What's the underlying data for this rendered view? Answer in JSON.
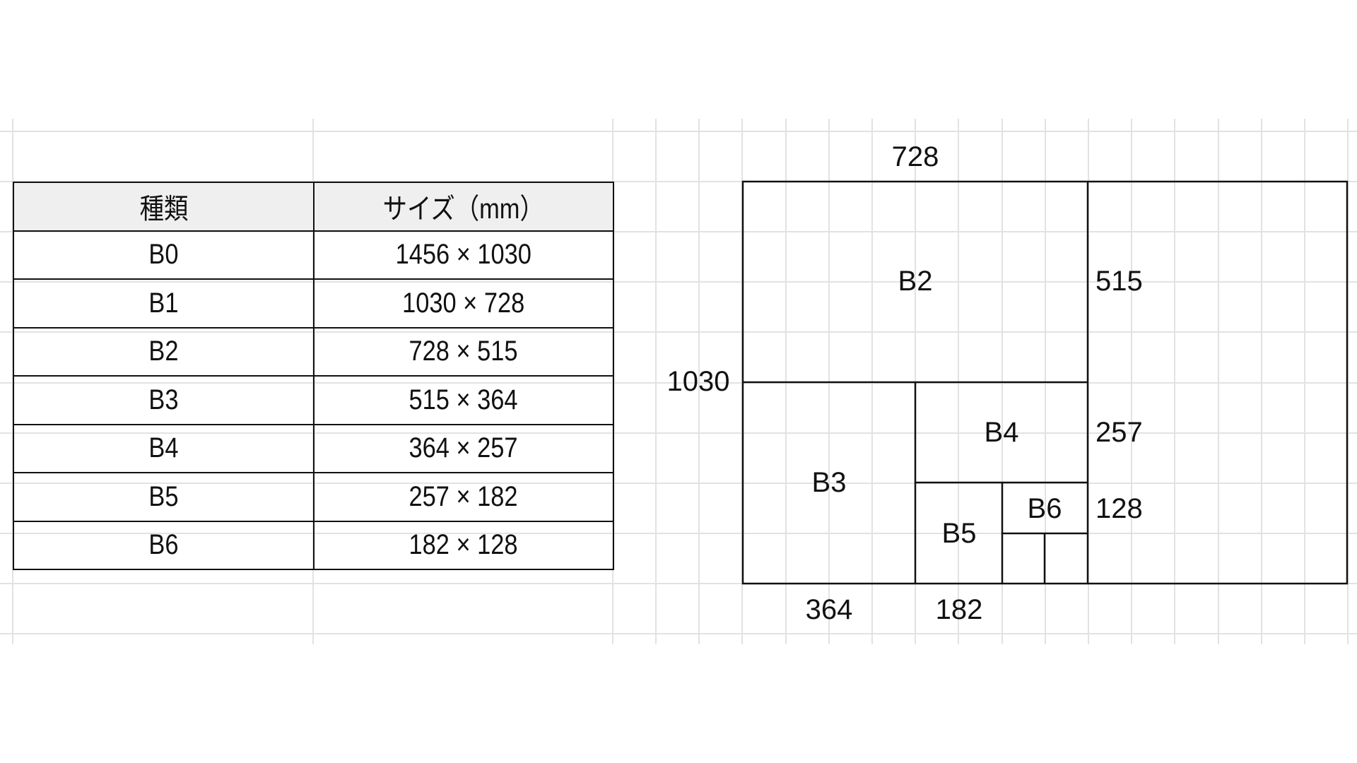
{
  "table": {
    "headers": [
      "種類",
      "サイズ（mm）"
    ],
    "rows": [
      {
        "type": "B0",
        "size": "1456 × 1030"
      },
      {
        "type": "B1",
        "size": "1030 × 728"
      },
      {
        "type": "B2",
        "size": "728 × 515"
      },
      {
        "type": "B3",
        "size": "515 × 364"
      },
      {
        "type": "B4",
        "size": "364 × 257"
      },
      {
        "type": "B5",
        "size": "257 × 182"
      },
      {
        "type": "B6",
        "size": "182 × 128"
      }
    ]
  },
  "diagram": {
    "labels": {
      "b2": "B2",
      "b3": "B3",
      "b4": "B4",
      "b5": "B5",
      "b6": "B6"
    },
    "dimensions": {
      "top": "728",
      "left": "1030",
      "right_515": "515",
      "right_257": "257",
      "right_128": "128",
      "bottom_364": "364",
      "bottom_182": "182"
    }
  },
  "colors": {
    "grid": "#e2e2e2",
    "header_bg": "#efefef",
    "border": "#111111"
  }
}
